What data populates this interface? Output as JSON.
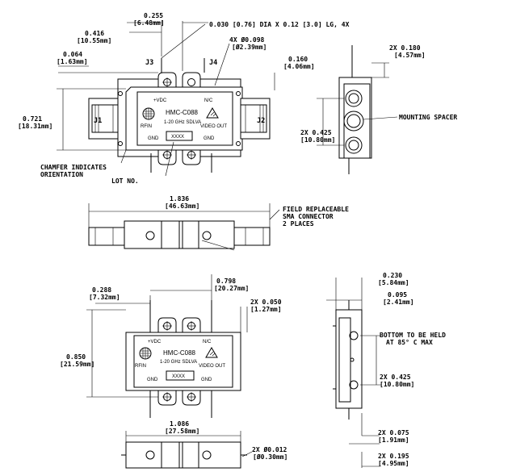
{
  "part": {
    "vdc": "+VDC",
    "nc": "N/C",
    "model": "HMC-C088",
    "desc": "1-20 GHz SDLVA",
    "rfin": "RFIN",
    "video_out": "VIDEO OUT",
    "gnd": "GND",
    "lot": "XXXX"
  },
  "connectors": {
    "j1": "J1",
    "j2": "J2",
    "j3": "J3",
    "j4": "J4"
  },
  "dims": {
    "d0255": [
      "0.255",
      "[6.48mm]"
    ],
    "d0416": [
      "0.416",
      "[10.55mm]"
    ],
    "d0064": [
      "0.064",
      "[1.63mm]"
    ],
    "pin": "0.030 [0.76] DIA X 0.12 [3.0] LG, 4X",
    "hole": [
      "4X Ø0.098",
      "[Ø2.39mm]"
    ],
    "d0160": [
      "0.160",
      "[4.06mm]"
    ],
    "d0721": [
      "0.721",
      "[18.31mm]"
    ],
    "d0180": [
      "2X 0.180",
      "[4.57mm]"
    ],
    "d0425a": [
      "2X 0.425",
      "[10.80mm]"
    ],
    "d1836": [
      "1.836",
      "[46.63mm]"
    ],
    "d0288": [
      "0.288",
      "[7.32mm]"
    ],
    "d0798": [
      "0.798",
      "[20.27mm]"
    ],
    "d0050": [
      "2X 0.050",
      "[1.27mm]"
    ],
    "d0850": [
      "0.850",
      "[21.59mm]"
    ],
    "d1086": [
      "1.086",
      "[27.58mm]"
    ],
    "d0012": [
      "2X Ø0.012",
      "[Ø0.30mm]"
    ],
    "d0230": [
      "0.230",
      "[5.84mm]"
    ],
    "d0095": [
      "0.095",
      "[2.41mm]"
    ],
    "d0425b": [
      "2X 0.425",
      "[10.80mm]"
    ],
    "d0075": [
      "2X 0.075",
      "[1.91mm]"
    ],
    "d0195": [
      "2X 0.195",
      "[4.95mm]"
    ]
  },
  "notes": {
    "mounting_spacer": "MOUNTING SPACER",
    "chamfer": [
      "CHAMFER INDICATES",
      "ORIENTATION"
    ],
    "lot_no": "LOT NO.",
    "field": [
      "FIELD REPLACEABLE",
      "SMA CONNECTOR",
      "2 PLACES"
    ],
    "bottom": [
      "BOTTOM TO BE HELD",
      "AT 85° C MAX"
    ]
  }
}
